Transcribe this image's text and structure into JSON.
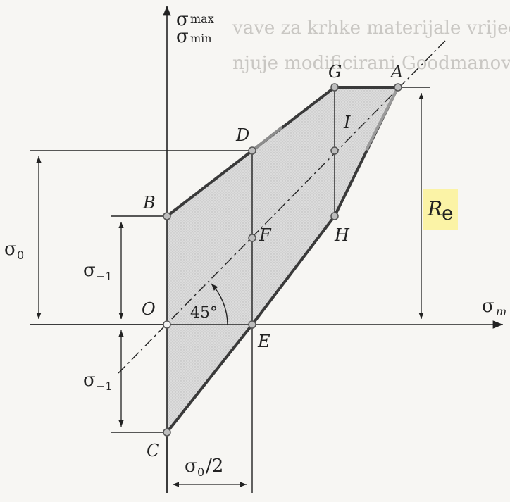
{
  "background_text": {
    "line1": "vave za krhke materijale vrijedi, tadi ve",
    "line2": "njuje modificirani Goodmanov pravac za opt"
  },
  "axes": {
    "y_symbol": "σ",
    "y_sub_top": "max",
    "y_sub_bottom": "min",
    "x_symbol": "σ",
    "x_sub": "m"
  },
  "points": {
    "A": "A",
    "B": "B",
    "C": "C",
    "D": "D",
    "E": "E",
    "F": "F",
    "G": "G",
    "H": "H",
    "I": "I",
    "O": "O"
  },
  "angle_label": "45°",
  "dimensions": {
    "sigma0_symbol": "σ",
    "sigma0_sub": "0",
    "sigma_minus1_symbol": "σ",
    "sigma_minus1_sub": "−1",
    "half_sigma0_symbol": "σ",
    "half_sigma0_sub": "0",
    "half_sigma0_suffix": "/2",
    "re_symbol": "R",
    "re_sub": "e"
  },
  "colors": {
    "fill": "#d6d6d6",
    "outline": "#3a3a3a",
    "highlight": "#fbf3a6"
  }
}
